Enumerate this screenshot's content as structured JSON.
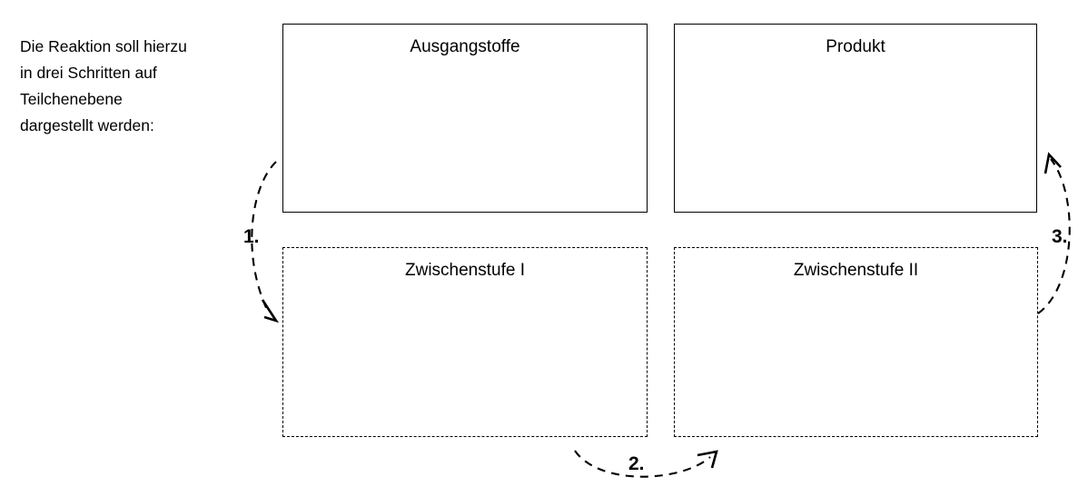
{
  "instruction": {
    "text": "Die Reaktion soll hierzu\nin drei Schritten auf\nTeilchenebene\ndargestellt werden:"
  },
  "boxes": [
    {
      "id": "ausgangstoffe",
      "label": "Ausgangstoffe",
      "border": "solid",
      "content": ""
    },
    {
      "id": "produkt",
      "label": "Produkt",
      "border": "solid",
      "content": ""
    },
    {
      "id": "zwischenstufe1",
      "label": "Zwischenstufe I",
      "border": "dashed",
      "content": ""
    },
    {
      "id": "zwischenstufe2",
      "label": "Zwischenstufe II",
      "border": "dashed",
      "content": ""
    }
  ],
  "steps": [
    {
      "id": "step1",
      "label": "1.",
      "from": "ausgangstoffe",
      "to": "zwischenstufe1"
    },
    {
      "id": "step2",
      "label": "2.",
      "from": "zwischenstufe1",
      "to": "zwischenstufe2"
    },
    {
      "id": "step3",
      "label": "3.",
      "from": "zwischenstufe2",
      "to": "produkt"
    }
  ],
  "colors": {
    "ink": "#000000",
    "background": "#ffffff"
  }
}
